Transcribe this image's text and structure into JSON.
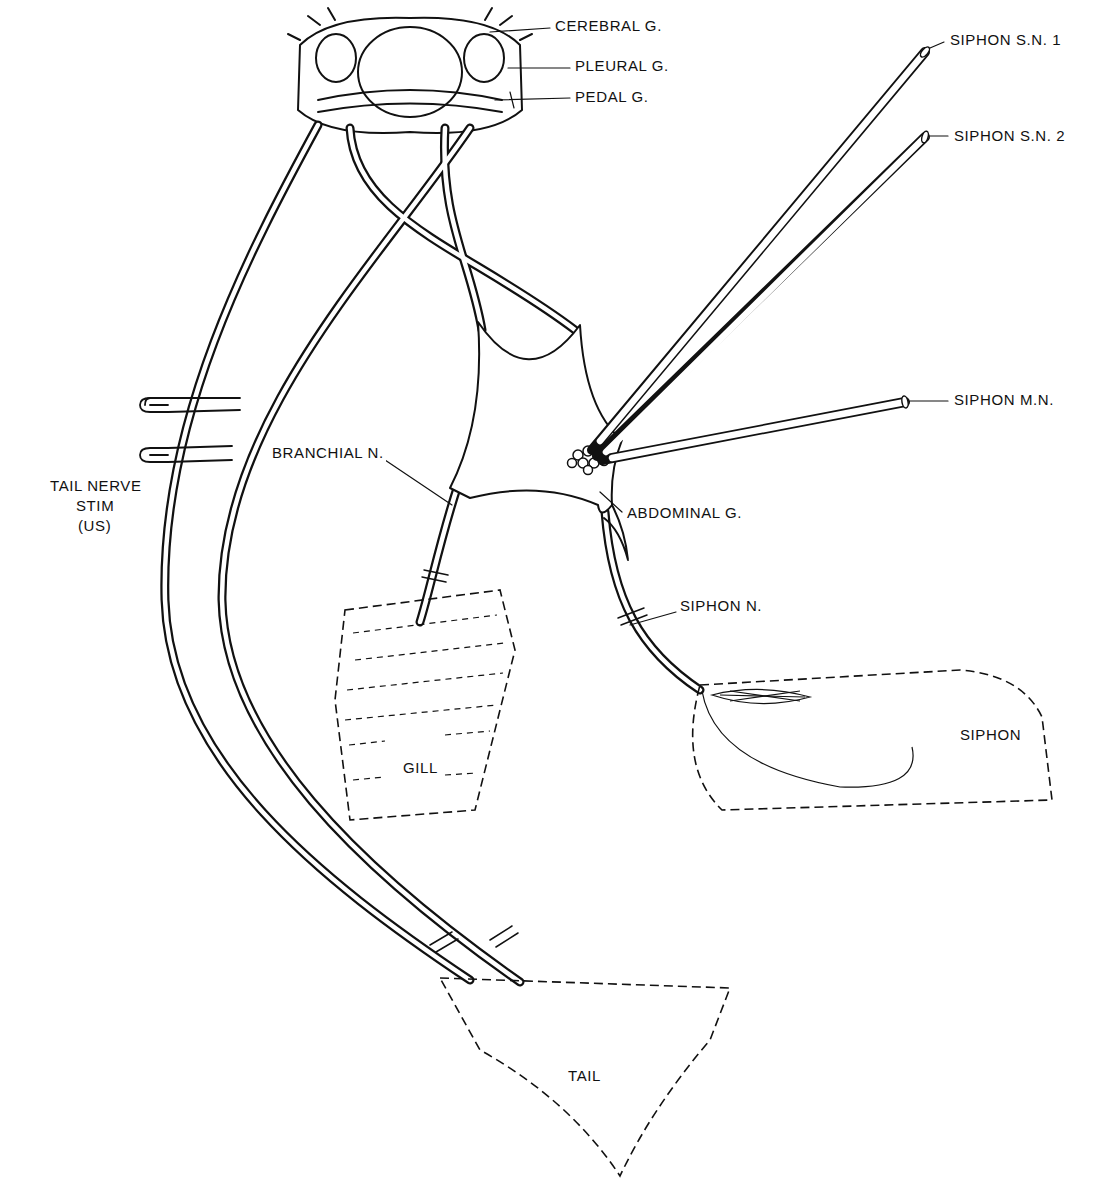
{
  "diagram": {
    "nodes": [
      {
        "text": [
          "GILL"
        ]
      },
      {
        "text": [
          "SIPHON"
        ]
      },
      {
        "text": [
          "TAIL"
        ]
      }
    ],
    "labels": [
      "CEREBRAL G.",
      "PLEURAL G.",
      "PEDAL G.",
      "SIPHON S.N. 1",
      "SIPHON S.N. 2",
      "SIPHON M.N.",
      "TAIL NERVE",
      "STIM",
      "(US)",
      "BRANCHIAL N.",
      "ABDOMINAL G.",
      "SIPHON N."
    ]
  }
}
